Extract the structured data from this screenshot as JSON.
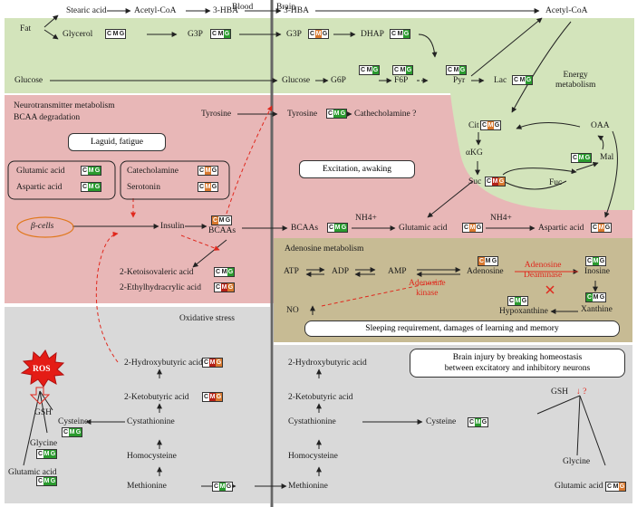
{
  "headers": {
    "blood": "Blood",
    "brain": "Brain"
  },
  "colors": {
    "green_panel": "#d3e4bb",
    "pink_panel": "#e8b7b7",
    "khaki_panel": "#c7bb94",
    "gray_panel": "#d9d9d9",
    "orange": "#d8782e",
    "darkred": "#b32017",
    "green": "#2a9a2e",
    "arrow_red": "#e0281d"
  },
  "energy": {
    "fat": "Fat",
    "stearic": "Stearic acid",
    "acetyl_coa_blood": "Acetyl-CoA",
    "hba_blood": "3-HBA",
    "hba_brain": "3-HBA",
    "glycerol": "Glycerol",
    "g3p_blood": "G3P",
    "g3p_brain": "G3P",
    "dhap": "DHAP",
    "glucose_blood": "Glucose",
    "glucose_brain": "Glucose",
    "g6p": "G6P",
    "f6p": "F6P",
    "pyr": "Pyr",
    "lac": "Lac",
    "acetyl_coa_brain": "Acetyl-CoA",
    "energy_metabolism": "Energy\nmetabolism",
    "cit": "Cit",
    "akg": "αKG",
    "suc": "Suc",
    "fuc": "Fuc",
    "oaa": "OAA",
    "mal": "Mal"
  },
  "neuro": {
    "title1": "Neurotransmitter metabolism",
    "title2": "BCAA degradation",
    "tyrosine_blood": "Tyrosine",
    "tyrosine_brain": "Tyrosine",
    "catecholamine_q": "Cathecholamine ?",
    "languid": "Laguid, fatigue",
    "excitation": "Excitation, awaking",
    "glutamic": "Glutamic acid",
    "aspartic": "Aspartic acid",
    "catecholamine": "Catecholamine",
    "serotonin": "Serotonin",
    "beta_cells": "β-cells",
    "insulin": "Insulin",
    "bcaas_blood": "BCAAs",
    "bcaas_brain": "BCAAs",
    "nh4_1": "NH4+",
    "nh4_2": "NH4+",
    "glutamic_brain": "Glutamic acid",
    "aspartic_brain": "Aspartic acid",
    "ketoisovaleric": "2-Ketoisovaleric acid",
    "ethylhydracrylic": "2-Ethylhydracrylic acid"
  },
  "adenosine": {
    "title": "Adenosine metabolism",
    "atp": "ATP",
    "adp": "ADP",
    "amp": "AMP",
    "adenosine": "Adenosine",
    "deaminase": "Adenosine\nDeaminase",
    "inosine": "Inosine",
    "kinase": "Adenosine\nkinase",
    "xanthine": "Xanthine",
    "hypoxanthine": "Hypoxanthine",
    "no": "NO",
    "sleeping": "Sleeping requirement, damages of learning and memory"
  },
  "oxidative": {
    "title": "Oxidative stress",
    "ros": "ROS",
    "gsh_blood": "GSH",
    "hydroxybutyric_blood": "2-Hydroxybutyric acid",
    "ketobutyric_blood": "2-Ketobutyric acid",
    "cysteine_blood": "Cysteine",
    "cystathionine_blood": "Cystathionine",
    "glycine_blood": "Glycine",
    "homocysteine_blood": "Homocysteine",
    "glutamic_blood": "Glutamic acid",
    "methionine_blood": "Methionine",
    "hydroxybutyric_brain": "2-Hydroxybutyric acid",
    "ketobutyric_brain": "2-Ketobutyric acid",
    "cystathionine_brain": "Cystathionine",
    "cysteine_brain": "Cysteine",
    "homocysteine_brain": "Homocysteine",
    "methionine_brain": "Methionine",
    "gsh_brain": "GSH",
    "gsh_q": "↓ ?",
    "glycine_brain": "Glycine",
    "glutamic_brain": "Glutamic acid",
    "injury": "Brain injury by breaking homeostasis\nbetween excitatory and inhibitory neurons"
  },
  "badge_letters": [
    "C",
    "M",
    "G"
  ],
  "badges": [
    {
      "id": "glycerol",
      "c": "w",
      "m": "w",
      "g": "w"
    },
    {
      "id": "g3p_blood",
      "c": "w",
      "m": "w",
      "g": "g"
    },
    {
      "id": "g3p_brain",
      "c": "w",
      "m": "o",
      "g": "w"
    },
    {
      "id": "dhap",
      "c": "w",
      "m": "w",
      "g": "g"
    },
    {
      "id": "g6p",
      "c": "w",
      "m": "w",
      "g": "g"
    },
    {
      "id": "f6p",
      "c": "w",
      "m": "w",
      "g": "g"
    },
    {
      "id": "pyr",
      "c": "w",
      "m": "w",
      "g": "g"
    },
    {
      "id": "lac",
      "c": "w",
      "m": "w",
      "g": "g"
    },
    {
      "id": "tyrosine",
      "c": "w",
      "m": "g",
      "g": "g"
    },
    {
      "id": "cit",
      "c": "w",
      "m": "o",
      "g": "w"
    },
    {
      "id": "suc",
      "c": "w",
      "m": "r",
      "g": "o"
    },
    {
      "id": "mal",
      "c": "w",
      "m": "g",
      "g": "g"
    },
    {
      "id": "glutamic_box",
      "c": "w",
      "m": "g",
      "g": "g"
    },
    {
      "id": "aspartic_box",
      "c": "w",
      "m": "g",
      "g": "g"
    },
    {
      "id": "catecholamine_box",
      "c": "w",
      "m": "o",
      "g": "w"
    },
    {
      "id": "serotonin_box",
      "c": "w",
      "m": "o",
      "g": "w"
    },
    {
      "id": "bcaas_blood",
      "c": "o",
      "m": "w",
      "g": "w"
    },
    {
      "id": "bcaas_brain",
      "c": "w",
      "m": "g",
      "g": "g"
    },
    {
      "id": "glutamic_brain",
      "c": "w",
      "m": "o",
      "g": "w"
    },
    {
      "id": "aspartic_brain",
      "c": "w",
      "m": "o",
      "g": "w"
    },
    {
      "id": "ketoisovaleric",
      "c": "w",
      "m": "w",
      "g": "g"
    },
    {
      "id": "ethylhydracrylic",
      "c": "w",
      "m": "r",
      "g": "o"
    },
    {
      "id": "adenosine",
      "c": "o",
      "m": "w",
      "g": "w"
    },
    {
      "id": "inosine",
      "c": "w",
      "m": "g",
      "g": "w"
    },
    {
      "id": "xanthine",
      "c": "g",
      "m": "w",
      "g": "w"
    },
    {
      "id": "hypoxanthine",
      "c": "w",
      "m": "g",
      "g": "w"
    },
    {
      "id": "hydroxybutyric_blood",
      "c": "w",
      "m": "r",
      "g": "o"
    },
    {
      "id": "ketobutyric_blood",
      "c": "w",
      "m": "r",
      "g": "o"
    },
    {
      "id": "cysteine_blood",
      "c": "w",
      "m": "g",
      "g": "g"
    },
    {
      "id": "glycine_blood",
      "c": "w",
      "m": "g",
      "g": "g"
    },
    {
      "id": "glutamic_blood",
      "c": "w",
      "m": "g",
      "g": "g"
    },
    {
      "id": "methionine_blood",
      "c": "w",
      "m": "g",
      "g": "w"
    },
    {
      "id": "cysteine_brain",
      "c": "w",
      "m": "g",
      "g": "w"
    },
    {
      "id": "glutamic_brain2",
      "c": "w",
      "m": "w",
      "g": "o"
    }
  ]
}
